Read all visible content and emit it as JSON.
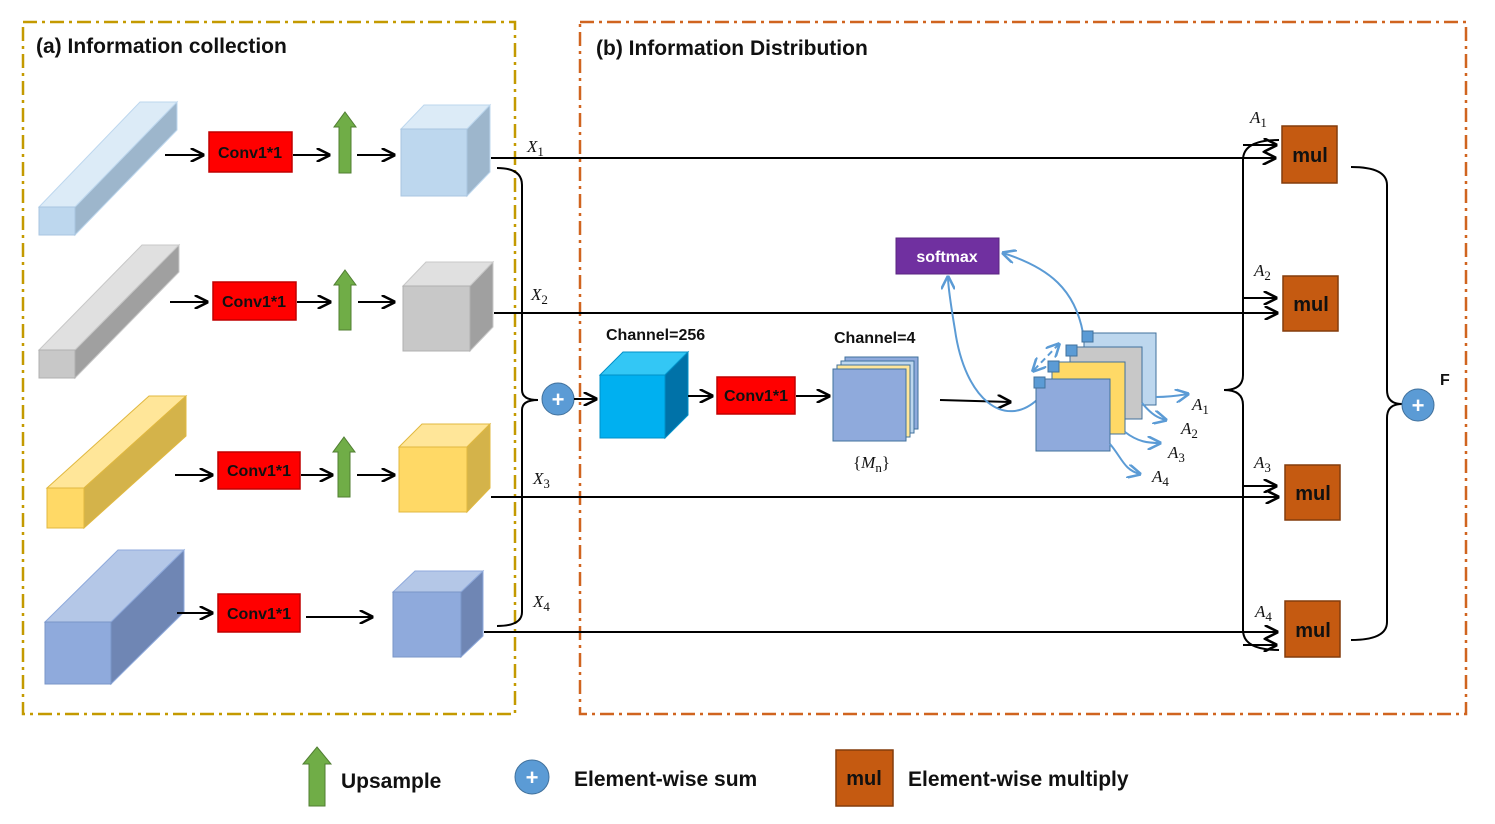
{
  "panels": {
    "collection_title": "(a) Information collection",
    "distribution_title": "(b) Information Distribution"
  },
  "colors": {
    "panel_a_border": "#C49A00",
    "panel_b_border": "#D0641F",
    "light_blue": "#BDD7EE",
    "gray": "#C8C8C8",
    "yellow": "#FFD966",
    "blue": "#8FAADC",
    "conv_red": "#FF0000",
    "upsample_green": "#70AD47",
    "mul_orange": "#C55A11",
    "sum_blue": "#5B9BD5",
    "softmax_purple": "#7030A0",
    "cyan_cube": "#00B0F0",
    "arrow_blue": "#5B9BD5"
  },
  "collection": {
    "conv_label": "Conv1*1",
    "rows": [
      {
        "feature": "X",
        "sub": "1"
      },
      {
        "feature": "X",
        "sub": "2"
      },
      {
        "feature": "X",
        "sub": "3"
      },
      {
        "feature": "X",
        "sub": "4"
      }
    ]
  },
  "distribution": {
    "channel_256": "Channel=256",
    "conv_label": "Conv1*1",
    "channel_4": "Channel=4",
    "mn_open": "{",
    "mn_var": "M",
    "mn_sub": "n",
    "mn_close": "}",
    "softmax": "softmax",
    "mul_label": "mul",
    "output": "F",
    "stack_labels": [
      {
        "var": "A",
        "sub": "1"
      },
      {
        "var": "A",
        "sub": "2"
      },
      {
        "var": "A",
        "sub": "3"
      },
      {
        "var": "A",
        "sub": "4"
      }
    ],
    "mul_inputs": [
      {
        "var": "A",
        "sub": "1"
      },
      {
        "var": "A",
        "sub": "2"
      },
      {
        "var": "A",
        "sub": "3"
      },
      {
        "var": "A",
        "sub": "4"
      }
    ]
  },
  "legend": {
    "upsample": "Upsample",
    "sum": "Element-wise sum",
    "mul_box": "mul",
    "multiply": "Element-wise multiply"
  }
}
